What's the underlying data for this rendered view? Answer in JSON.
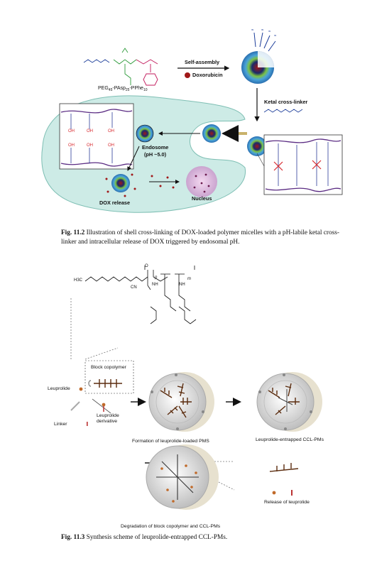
{
  "fig1": {
    "polymer_label": "PEG45-PAsp25-PPhe10",
    "polymer_label_parts": {
      "base1": "PEG",
      "sub1": "45",
      "base2": "-PAsp",
      "sub2": "25",
      "base3": "-PPhe",
      "sub3": "10"
    },
    "self_assembly": "Self-assembly",
    "doxorubicin": "Doxorubicin",
    "ketal_crosslinker": "Ketal cross-linker",
    "endosome": "Endosome",
    "endosome_ph": "(pH ~5.0)",
    "dox_release": "DOX release",
    "nucleus": "Nucleus",
    "caption_label": "Fig. 11.2",
    "caption_text": "Illustration of shell cross-linking of DOX-loaded polymer micelles with a pH-labile ketal cross-linker and intracellular release of DOX triggered by endosomal pH."
  },
  "fig2": {
    "block_copolymer": "Block copolymer",
    "leuprolide": "Leuprolide",
    "linker": "Linker",
    "leuprolide_derivative_line1": "Leuprolide",
    "leuprolide_derivative_line2": "derivative",
    "formation": "Formation of leuprolide-loaded PMS",
    "entrapped": "Leuprolide-entrapped CCL-PMs",
    "release": "Release of leuprolide",
    "degradation": "Degradation of block copolymer and CCL-PMs",
    "chem_h3c": "H3C",
    "chem_cn": "CN",
    "chem_nh": "NH",
    "chem_o": "O",
    "chem_p": "p",
    "chem_m": "m",
    "caption_label": "Fig. 11.3",
    "caption_text": "Synthesis scheme of leuprolide-entrapped CCL-PMs."
  },
  "colors": {
    "cell_fill": "#cdebe6",
    "micelle_core": "#1b2a6b",
    "micelle_shell": "#4aa3d8",
    "micelle_mid": "#7cc243",
    "chain_purple": "#5b2c83",
    "crosslink_red": "#d8292f",
    "particle_shade": "#e7e1cf"
  }
}
